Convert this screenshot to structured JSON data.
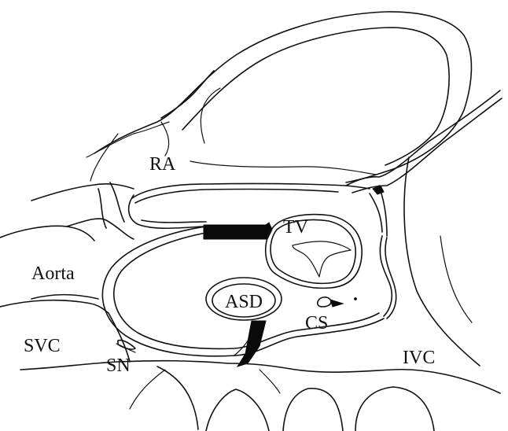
{
  "labels": {
    "ra": "RA",
    "tv": "TV",
    "aorta": "Aorta",
    "asd": "ASD",
    "cs": "CS",
    "svc": "SVC",
    "sn": "SN",
    "ivc": "IVC"
  },
  "colors": {
    "line": "#111111",
    "background": "#ffffff"
  }
}
